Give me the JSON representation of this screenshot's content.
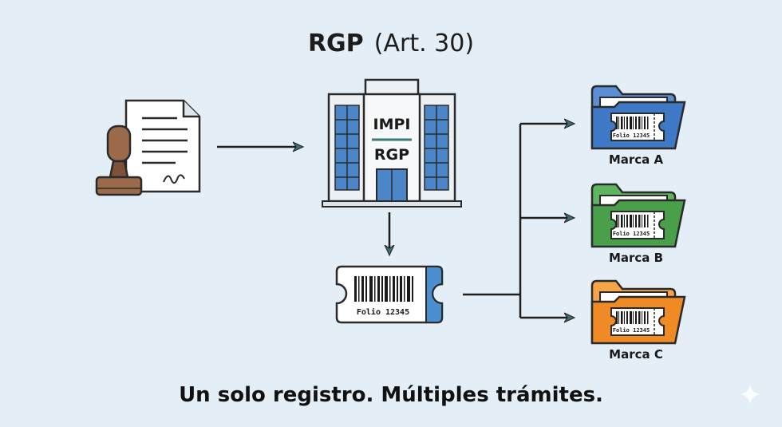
{
  "title": {
    "main": "RGP",
    "sub": "(Art. 30)"
  },
  "building": {
    "top_label": "IMPI",
    "bottom_label": "RGP"
  },
  "ticket": {
    "folio": "Folio 12345"
  },
  "folders": [
    {
      "label": "Marca A",
      "folio": "Folio 12345",
      "color": "#3f78c4",
      "back": "#5a8fd6"
    },
    {
      "label": "Marca B",
      "folio": "Folio 12345",
      "color": "#4aa04a",
      "back": "#5fb55f"
    },
    {
      "label": "Marca C",
      "folio": "Folio 12345",
      "color": "#f08a24",
      "back": "#f6a445"
    }
  ],
  "caption": "Un solo registro. Múltiples trámites.",
  "colors": {
    "background": "#e4eef6",
    "arrow": "#1f1f1f",
    "arrow_head": "#3c6e78",
    "stamp": "#9a6a4a",
    "ticket_accent": "#4a90d0",
    "building_glass": "#4a86c8"
  },
  "icons": [
    "document-icon",
    "stamp-icon",
    "building-icon",
    "ticket-icon",
    "folder-icon",
    "sparkle-icon"
  ]
}
